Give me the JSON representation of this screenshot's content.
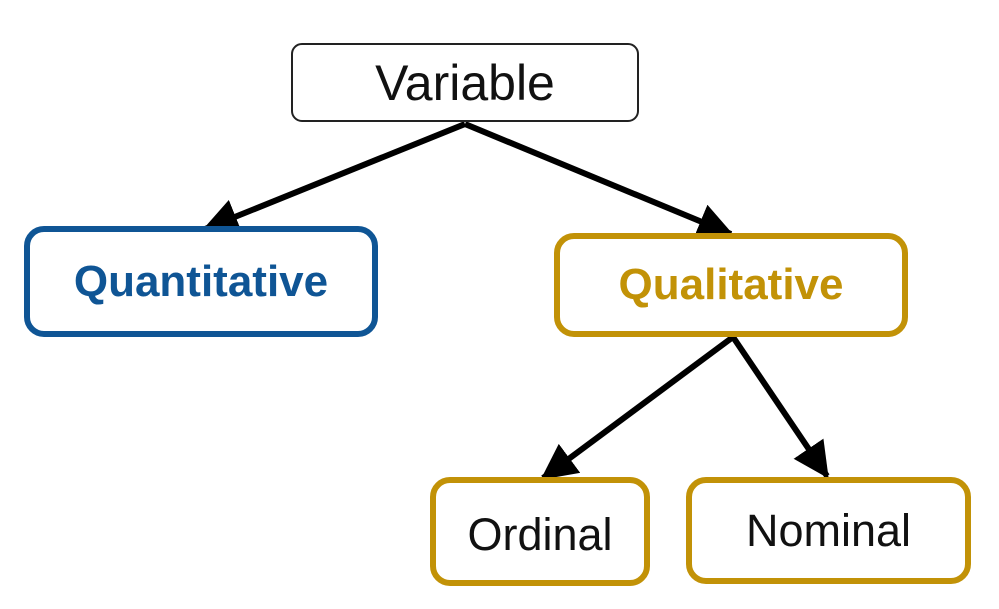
{
  "diagram": {
    "root": {
      "label": "Variable"
    },
    "quantitative": {
      "label": "Quantitative"
    },
    "qualitative": {
      "label": "Qualitative"
    },
    "ordinal": {
      "label": "Ordinal"
    },
    "nominal": {
      "label": "Nominal"
    }
  },
  "colors": {
    "quantitative_accent": "#0f5595",
    "qualitative_accent": "#c29207",
    "arrow": "#000000",
    "text": "#111111"
  }
}
